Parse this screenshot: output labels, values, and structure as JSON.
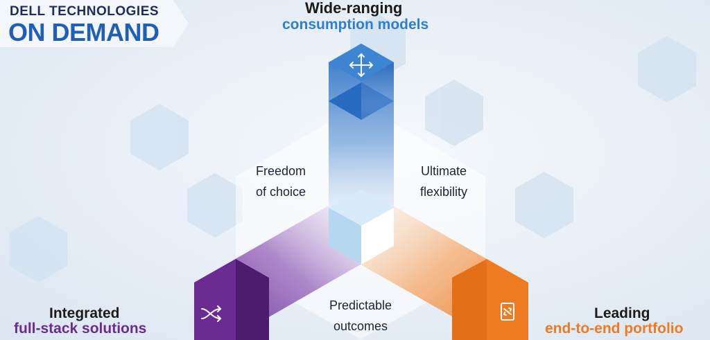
{
  "logo": {
    "line1": "DELL TECHNOLOGIES",
    "line2": "ON DEMAND"
  },
  "top_pillar": {
    "title": "Wide-ranging",
    "subtitle": "consumption models",
    "icon": "move-arrows-icon"
  },
  "left_pillar": {
    "title": "Integrated",
    "subtitle": "full-stack solutions",
    "icon": "shuffle-icon"
  },
  "right_pillar": {
    "title": "Leading",
    "subtitle": "end-to-end portfolio",
    "icon": "refresh-device-icon"
  },
  "center_labels": {
    "left_line1": "Freedom",
    "left_line2": "of choice",
    "right_line1": "Ultimate",
    "right_line2": "flexibility",
    "bottom_line1": "Predictable",
    "bottom_line2": "outcomes"
  },
  "colors": {
    "blue": "#2b74c6",
    "purple": "#6a2c91",
    "orange": "#ee7a22",
    "navy": "#1f2d5c"
  }
}
